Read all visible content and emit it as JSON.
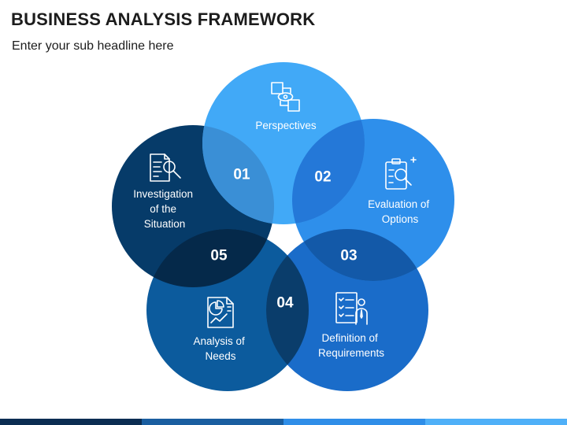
{
  "header": {
    "title": "BUSINESS ANALYSIS FRAMEWORK",
    "subtitle": "Enter your sub headline here"
  },
  "steps": [
    {
      "number": "01",
      "label_lines": [
        "Perspectives"
      ],
      "icon": "perspectives-icon",
      "color": "#41A9F7"
    },
    {
      "number": "02",
      "label_lines": [
        "Evaluation of",
        "Options"
      ],
      "icon": "evaluation-icon",
      "color": "#2E8FEB"
    },
    {
      "number": "03",
      "label_lines": [
        "Definition of",
        "Requirements"
      ],
      "icon": "requirements-icon",
      "color": "#1A6CC9"
    },
    {
      "number": "04",
      "label_lines": [
        "Analysis of",
        "Needs"
      ],
      "icon": "analysis-icon",
      "color": "#0C5B9D"
    },
    {
      "number": "05",
      "label_lines": [
        "Investigation",
        "of the",
        "Situation"
      ],
      "icon": "investigation-icon",
      "color": "#063B69"
    }
  ],
  "footer_colors": [
    "#0b2d52",
    "#1a5ea0",
    "#2f8ee8",
    "#4fb0f8"
  ]
}
